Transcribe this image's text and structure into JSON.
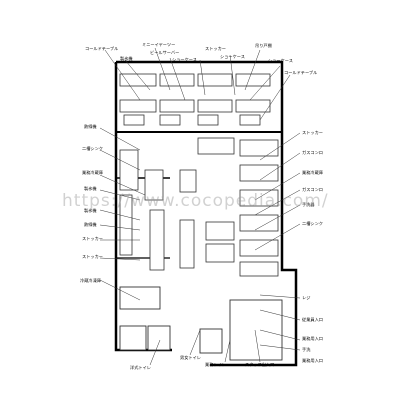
{
  "watermark": "https://www.cocopedia.com/",
  "labels": {
    "top": [
      "コールドテーブル",
      "製氷機",
      "ミニーイヤーツー",
      "ビールサーバー",
      "ショーケース",
      "ストッカー",
      "ショーケース",
      "吊り戸棚",
      "ショーケース",
      "コールドテーブル"
    ],
    "left": [
      "熱線機",
      "二槽シンク",
      "業務冷蔵庫",
      "製氷機",
      "製氷機",
      "熱線機",
      "ストッカー",
      "ストッカー",
      "冷蔵冷凍庫"
    ],
    "right": [
      "ストッカー",
      "ガスコンロ",
      "業務冷蔵庫",
      "ガスコンロ",
      "手洗器",
      "二槽シンク",
      "レジ",
      "従業員入口",
      "業務用入口",
      "手洗",
      "業務用入口"
    ],
    "bottom": [
      "洋式トイレ",
      "男女トイレ",
      "業務トイレ",
      "スタッフ出入口"
    ]
  }
}
